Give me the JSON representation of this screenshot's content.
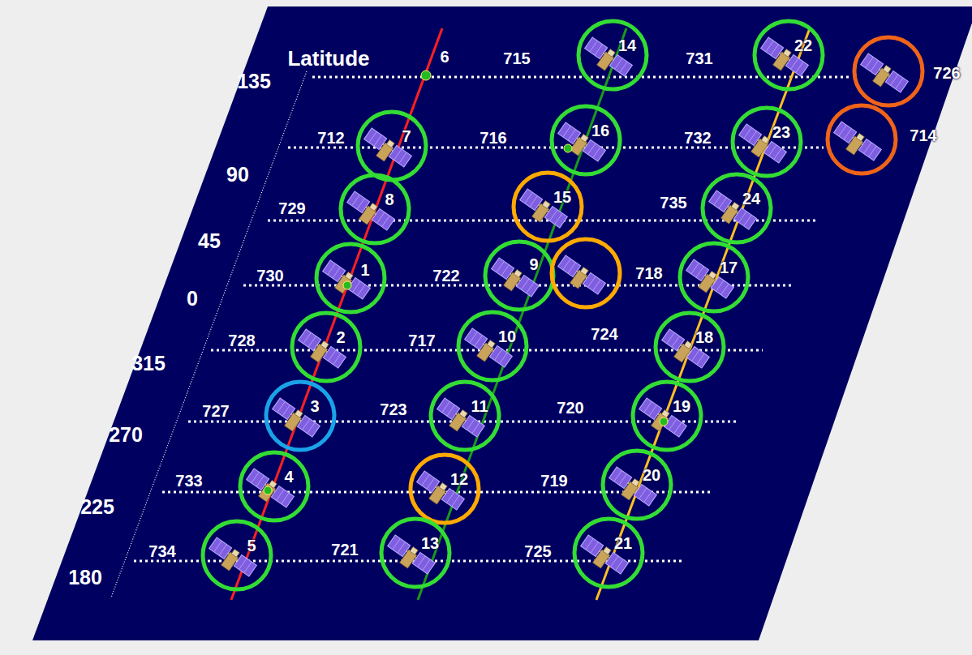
{
  "diagram": {
    "nodes": [
      {
        "text": [
          "14"
        ]
      },
      {
        "text": [
          "22"
        ]
      },
      {
        "text": [
          "726"
        ]
      },
      {
        "text": [
          "7"
        ]
      },
      {
        "text": [
          "16"
        ]
      },
      {
        "text": [
          "23"
        ]
      },
      {
        "text": [
          "714"
        ]
      },
      {
        "text": [
          "8"
        ]
      },
      {
        "text": [
          "15"
        ]
      },
      {
        "text": [
          "24"
        ]
      },
      {
        "text": [
          "1"
        ]
      },
      {
        "text": [
          "9"
        ]
      },
      {
        "text": [
          "718"
        ]
      },
      {
        "text": [
          "17"
        ]
      },
      {
        "text": [
          "2"
        ]
      },
      {
        "text": [
          "10"
        ]
      },
      {
        "text": [
          "18"
        ]
      },
      {
        "text": [
          "3"
        ]
      },
      {
        "text": [
          "11"
        ]
      },
      {
        "text": [
          "19"
        ]
      },
      {
        "text": [
          "4"
        ]
      },
      {
        "text": [
          "12"
        ]
      },
      {
        "text": [
          "20"
        ]
      },
      {
        "text": [
          "5"
        ]
      },
      {
        "text": [
          "13"
        ]
      },
      {
        "text": [
          "21"
        ]
      }
    ],
    "labels": [
      "Latitude",
      "6",
      "715",
      "731",
      "135",
      "712",
      "716",
      "732",
      "90",
      "729",
      "735",
      "45",
      "730",
      "722",
      "0",
      "728",
      "717",
      "724",
      "315",
      "727",
      "723",
      "720",
      "270",
      "733",
      "719",
      "225",
      "734",
      "721",
      "725",
      "180"
    ]
  }
}
